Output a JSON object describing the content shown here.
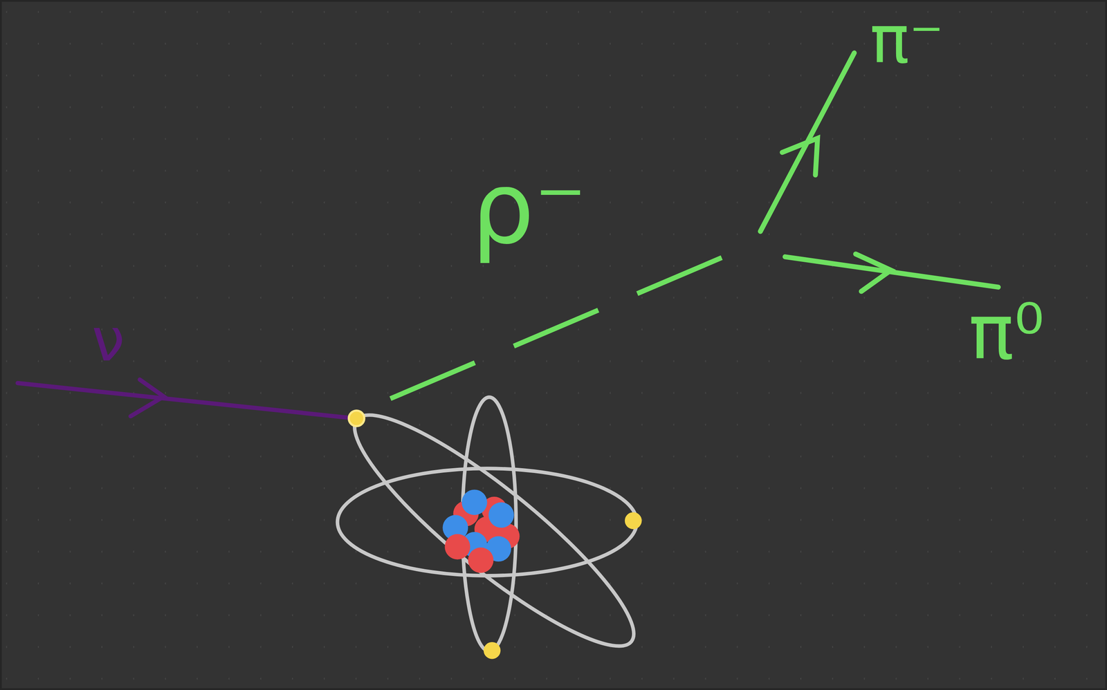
{
  "diagram": {
    "labels": [
      "ν",
      "ρ⁻",
      "π⁻",
      "π⁰"
    ]
  }
}
